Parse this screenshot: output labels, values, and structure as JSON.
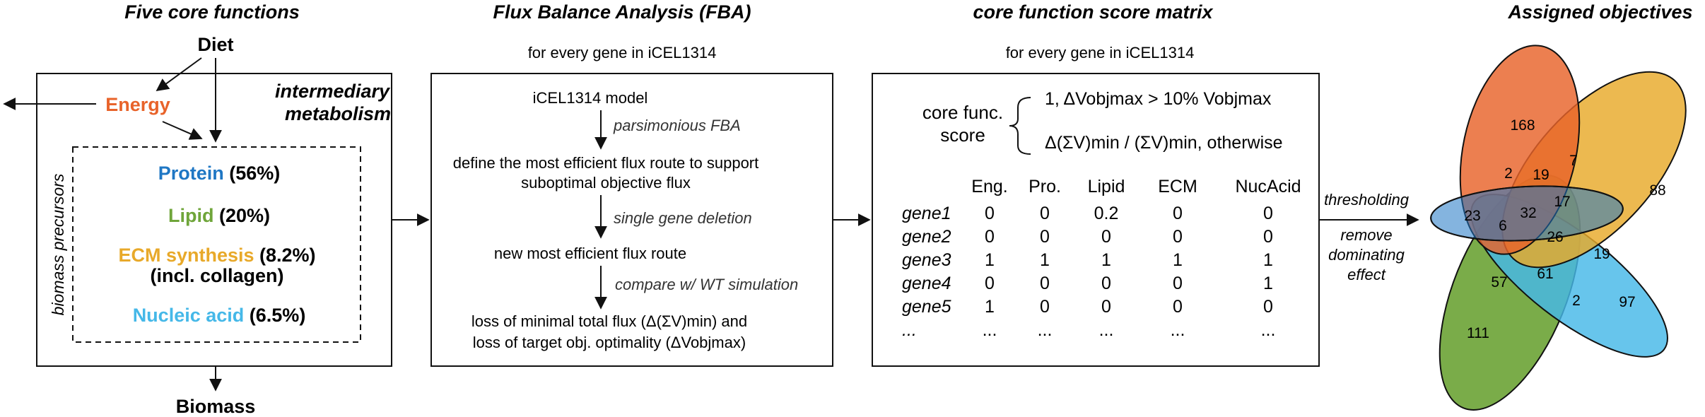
{
  "panel1": {
    "title": "Five core functions",
    "diet": "Diet",
    "energy": "Energy",
    "intermediary_line1": "intermediary",
    "intermediary_line2": "metabolism",
    "biomass_precursors": "biomass precursors",
    "protein": "Protein",
    "protein_pct": "(56%)",
    "lipid": "Lipid",
    "lipid_pct": "(20%)",
    "ecm": "ECM synthesis",
    "ecm_pct": "(8.2%)",
    "ecm_note": "(incl. collagen)",
    "nucleic": "Nucleic acid",
    "nucleic_pct": "(6.5%)",
    "biomass": "Biomass",
    "colors": {
      "energy": "#E8632A",
      "protein": "#1F77C4",
      "lipid": "#6FA53A",
      "ecm": "#E8A92A",
      "nucleic": "#45B8E8"
    }
  },
  "panel2": {
    "title": "Flux Balance Analysis (FBA)",
    "subtitle": "for every gene in iCEL1314",
    "step1": "iCEL1314 model",
    "arrow1": "parsimonious FBA",
    "step2_line1": "define the most efficient flux route to support",
    "step2_line2": "suboptimal objective flux",
    "arrow2": "single gene deletion",
    "step3": "new most efficient flux route",
    "arrow3": "compare w/ WT simulation",
    "step4_line1": "loss of minimal total flux (Δ(ΣV)min) and",
    "step4_line2": "loss of target obj. optimality (ΔVobjmax)"
  },
  "panel3": {
    "title": "core function score matrix",
    "subtitle": "for every gene in iCEL1314",
    "score_label_line1": "core func.",
    "score_label_line2": "score",
    "case1": "1,    ΔVobjmax > 10% Vobjmax",
    "case2": "Δ(ΣV)min / (ΣV)min, otherwise",
    "columns": [
      "Eng.",
      "Pro.",
      "Lipid",
      "ECM",
      "NucAcid"
    ],
    "rows": [
      {
        "gene": "gene1",
        "values": [
          "0",
          "0",
          "0.2",
          "0",
          "0"
        ]
      },
      {
        "gene": "gene2",
        "values": [
          "0",
          "0",
          "0",
          "0",
          "0"
        ]
      },
      {
        "gene": "gene3",
        "values": [
          "1",
          "1",
          "1",
          "1",
          "1"
        ]
      },
      {
        "gene": "gene4",
        "values": [
          "0",
          "0",
          "0",
          "0",
          "1"
        ]
      },
      {
        "gene": "gene5",
        "values": [
          "1",
          "0",
          "0",
          "0",
          "0"
        ]
      },
      {
        "gene": "...",
        "values": [
          "...",
          "...",
          "...",
          "...",
          "..."
        ]
      }
    ]
  },
  "connector": {
    "label_top": "thresholding",
    "label_bottom_line1": "remove",
    "label_bottom_line2": "dominating",
    "label_bottom_line3": "effect"
  },
  "panel4": {
    "title": "Assigned objectives",
    "counts": {
      "energy_only": "168",
      "lipid_ecm": "88",
      "protein_only": "23",
      "nucleic_only": "97",
      "lipid_only": "111",
      "c_2": "2",
      "c_19a": "19",
      "c_7": "7",
      "c_32": "32",
      "c_17": "17",
      "c_6": "6",
      "c_26": "26",
      "c_19b": "19",
      "c_57": "57",
      "c_61": "61",
      "c_2b": "2"
    }
  }
}
